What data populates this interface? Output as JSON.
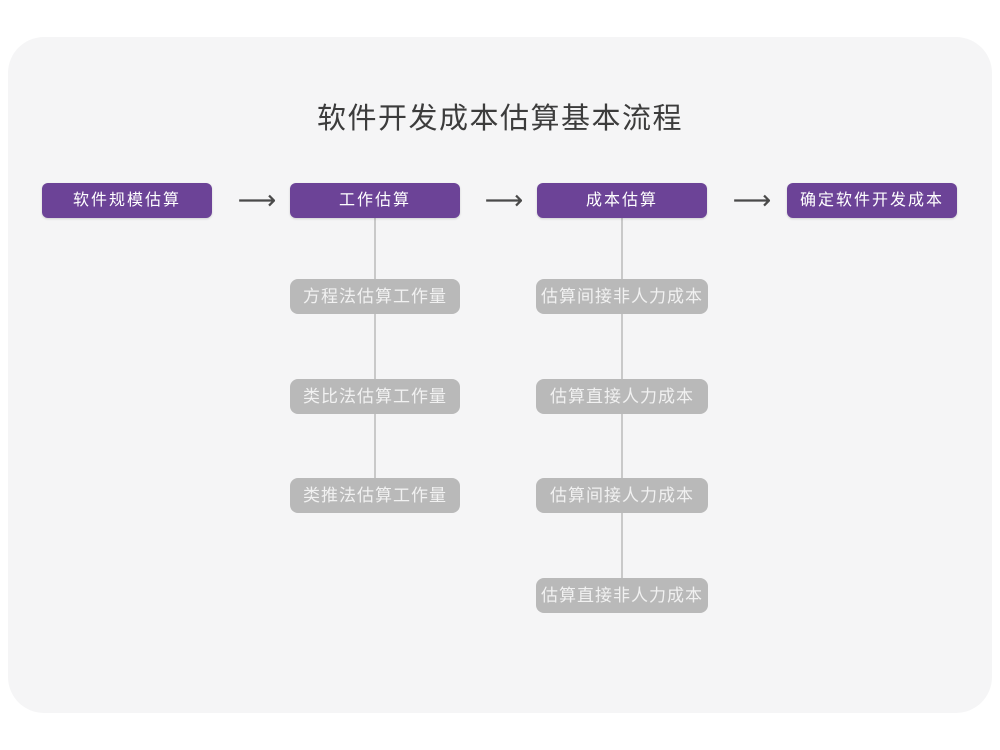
{
  "title": "软件开发成本估算基本流程",
  "colors": {
    "canvas_background": "#ffffff",
    "card_background": "#f5f5f6",
    "primary_box": "#6c4397",
    "secondary_box": "#b9b9b9",
    "connector_line": "#c9c9c9",
    "arrow": "#4a4a4a",
    "title_text": "#3c3c3c",
    "primary_box_text": "#ffffff",
    "secondary_box_text": "#f1f1f1"
  },
  "flow": {
    "arrow_glyph": "⟶",
    "main_steps": [
      {
        "label": "软件规模估算"
      },
      {
        "label": "工作估算"
      },
      {
        "label": "成本估算"
      },
      {
        "label": "确定软件开发成本"
      }
    ],
    "sub_steps": {
      "work_estimation": [
        "方程法估算工作量",
        "类比法估算工作量",
        "类推法估算工作量"
      ],
      "cost_estimation": [
        "估算间接非人力成本",
        "估算直接人力成本",
        "估算间接人力成本",
        "估算直接非人力成本"
      ]
    }
  }
}
